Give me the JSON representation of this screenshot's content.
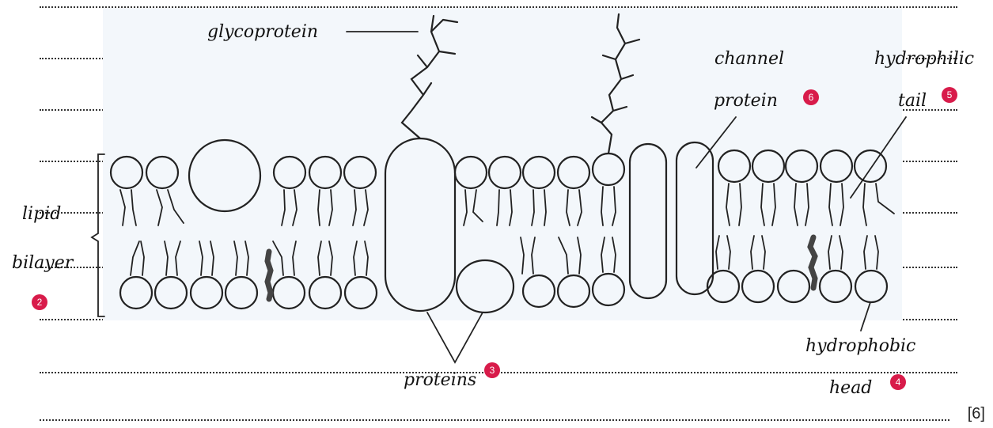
{
  "labels": {
    "glycoprotein": "glycoprotein",
    "channel": "channel",
    "protein": "protein",
    "hydrophilic": "hydrophilic",
    "tail": "tail",
    "lipid": "lipid",
    "bilayer": "bilayer",
    "proteins": "proteins",
    "hydrophobic": "hydrophobic",
    "head": "head"
  },
  "badges": {
    "b2": "2",
    "b3": "3",
    "b4": "4",
    "b5": "5",
    "b6": "6"
  },
  "marks": "[6]",
  "colors": {
    "badge": "#d81b4a",
    "ink": "#222222"
  }
}
